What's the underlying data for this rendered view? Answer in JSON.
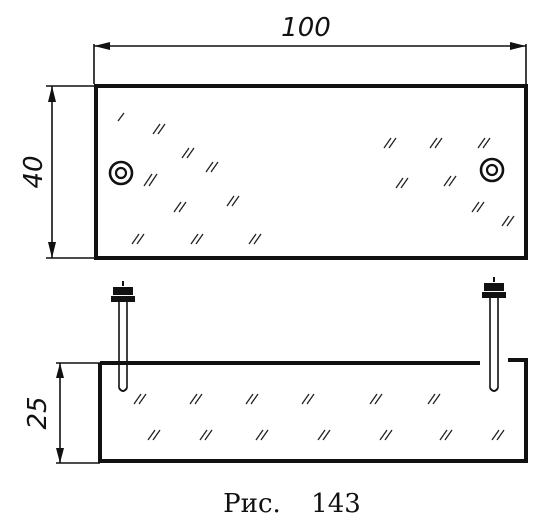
{
  "dimensions": {
    "width_label": "100",
    "height_label": "40",
    "depth_label": "25"
  },
  "caption": {
    "prefix": "Рис.",
    "number": "143"
  }
}
